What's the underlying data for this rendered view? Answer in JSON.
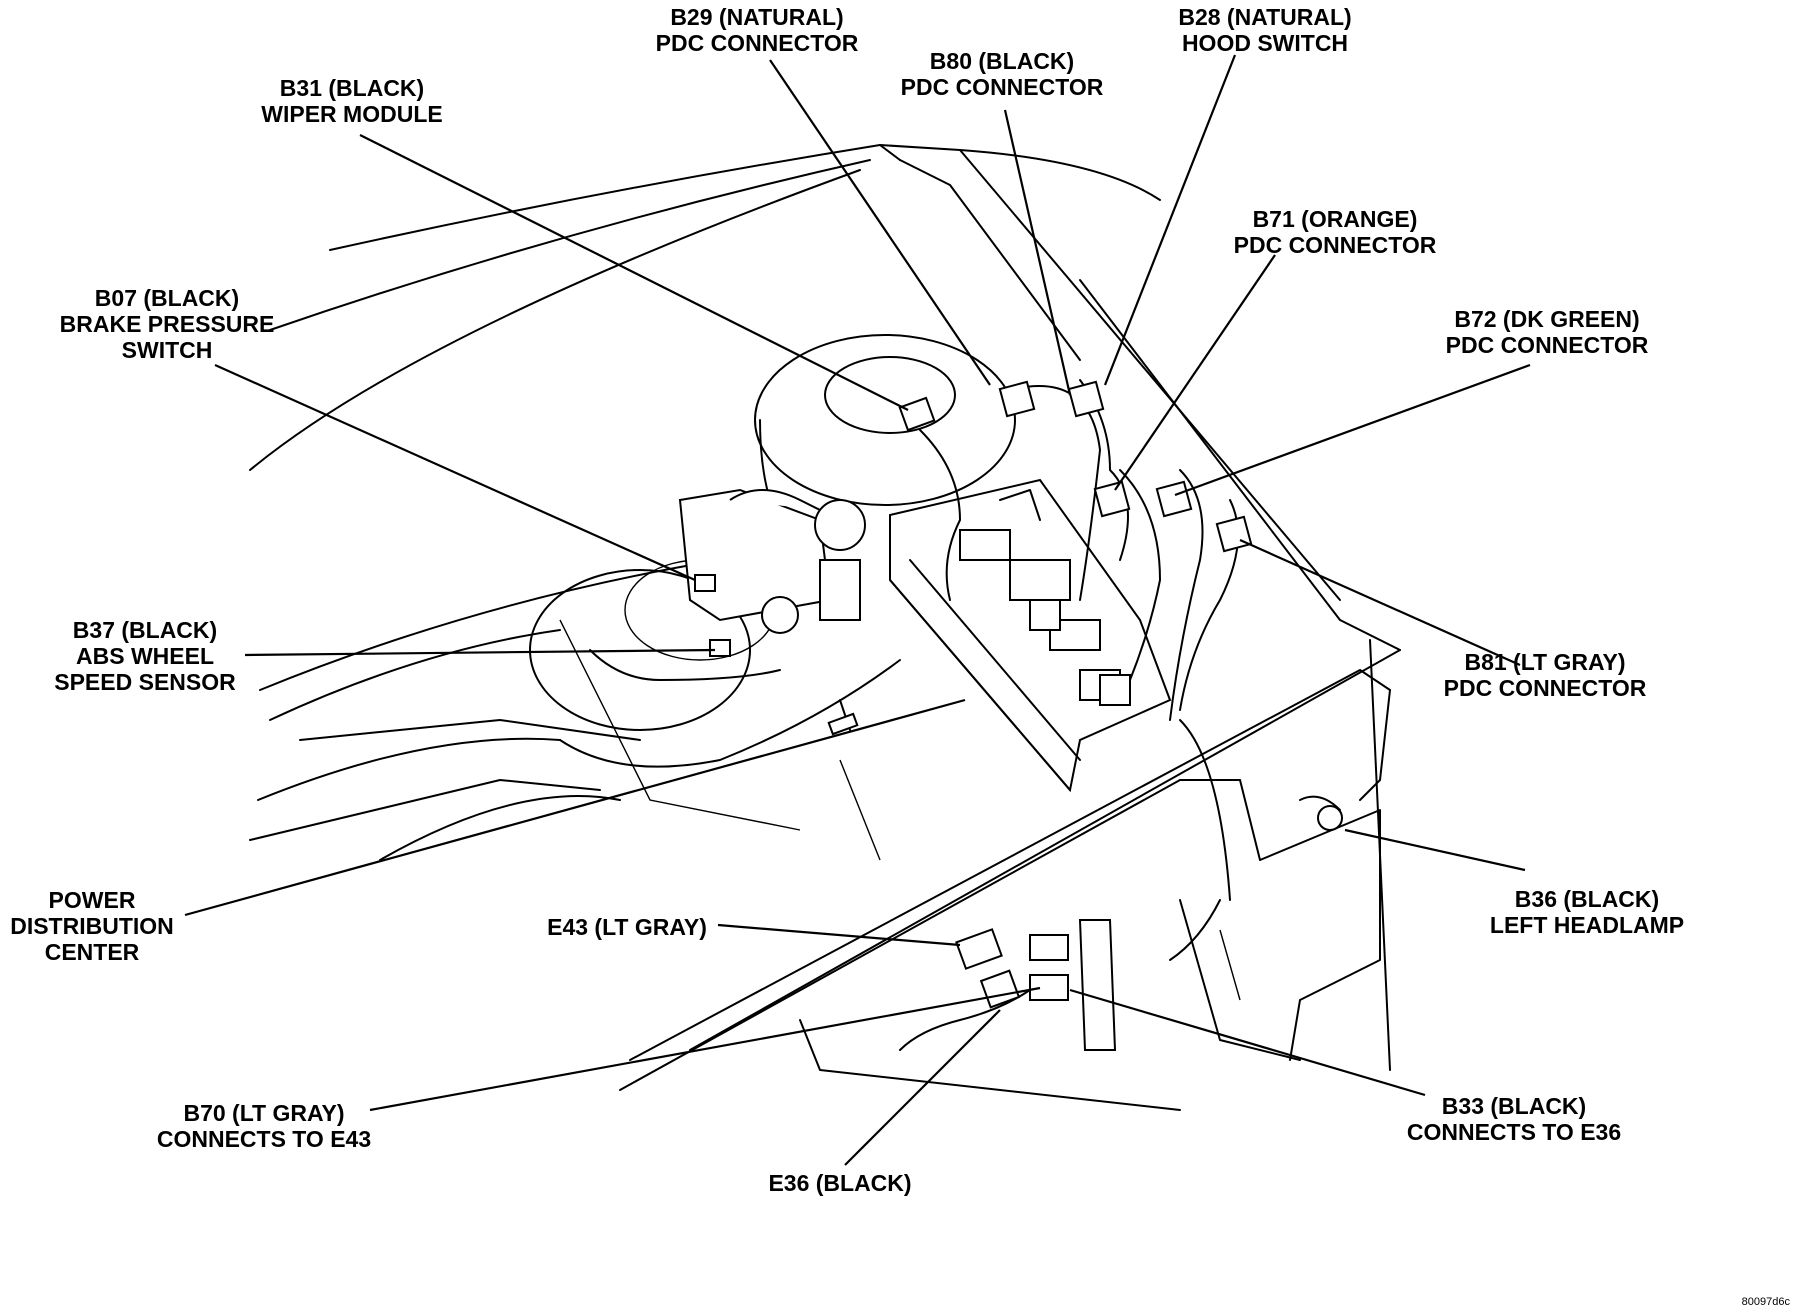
{
  "figure_code": "80097d6c",
  "labels": {
    "b29": {
      "line1": "B29 (NATURAL)",
      "line2": "PDC CONNECTOR"
    },
    "b28": {
      "line1": "B28 (NATURAL)",
      "line2": "HOOD SWITCH"
    },
    "b80": {
      "line1": "B80 (BLACK)",
      "line2": "PDC CONNECTOR"
    },
    "b31": {
      "line1": "B31 (BLACK)",
      "line2": "WIPER MODULE"
    },
    "b71": {
      "line1": "B71 (ORANGE)",
      "line2": "PDC CONNECTOR"
    },
    "b07": {
      "line1": "B07 (BLACK)",
      "line2": "BRAKE PRESSURE",
      "line3": "SWITCH"
    },
    "b72": {
      "line1": "B72 (DK GREEN)",
      "line2": "PDC CONNECTOR"
    },
    "b37": {
      "line1": "B37 (BLACK)",
      "line2": "ABS WHEEL",
      "line3": "SPEED SENSOR"
    },
    "b81": {
      "line1": "B81 (LT GRAY)",
      "line2": "PDC CONNECTOR"
    },
    "pdc": {
      "line1": "POWER",
      "line2": "DISTRIBUTION",
      "line3": "CENTER"
    },
    "b36": {
      "line1": "B36 (BLACK)",
      "line2": "LEFT HEADLAMP"
    },
    "e43": {
      "line1": "E43 (LT GRAY)"
    },
    "b70": {
      "line1": "B70 (LT GRAY)",
      "line2": "CONNECTS TO E43"
    },
    "b33": {
      "line1": "B33 (BLACK)",
      "line2": "CONNECTS TO E36"
    },
    "e36": {
      "line1": "E36 (BLACK)"
    }
  }
}
